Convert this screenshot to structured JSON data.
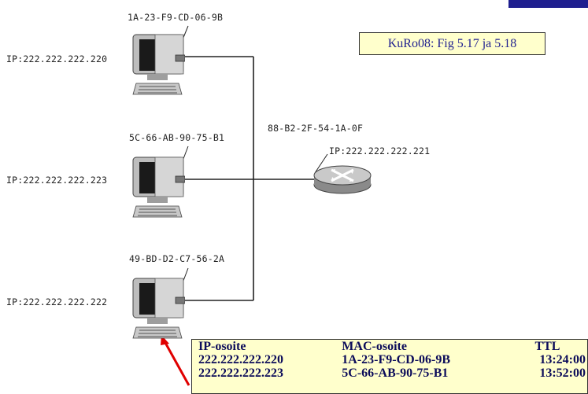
{
  "reference": "KuRo08: Fig 5.17 ja 5.18",
  "hosts": [
    {
      "mac": "1A-23-F9-CD-06-9B",
      "ip": "IP:222.222.222.220"
    },
    {
      "mac": "5C-66-AB-90-75-B1",
      "ip": "IP:222.222.222.223"
    },
    {
      "mac": "49-BD-D2-C7-56-2A",
      "ip": "IP:222.222.222.222"
    }
  ],
  "router": {
    "mac": "88-B2-2F-54-1A-0F",
    "ip": "IP:222.222.222.221"
  },
  "arp_table": {
    "headers": [
      "IP-osoite",
      "MAC-osoite",
      "TTL"
    ],
    "rows": [
      [
        "222.222.222.220",
        "1A-23-F9-CD-06-9B",
        "13:24:00"
      ],
      [
        "222.222.222.223",
        "5C-66-AB-90-75-B1",
        "13:52:00"
      ]
    ]
  },
  "colors": {
    "arrow": "#e00000",
    "table_bg": "#ffffcc",
    "accent": "#1f1f8f"
  }
}
